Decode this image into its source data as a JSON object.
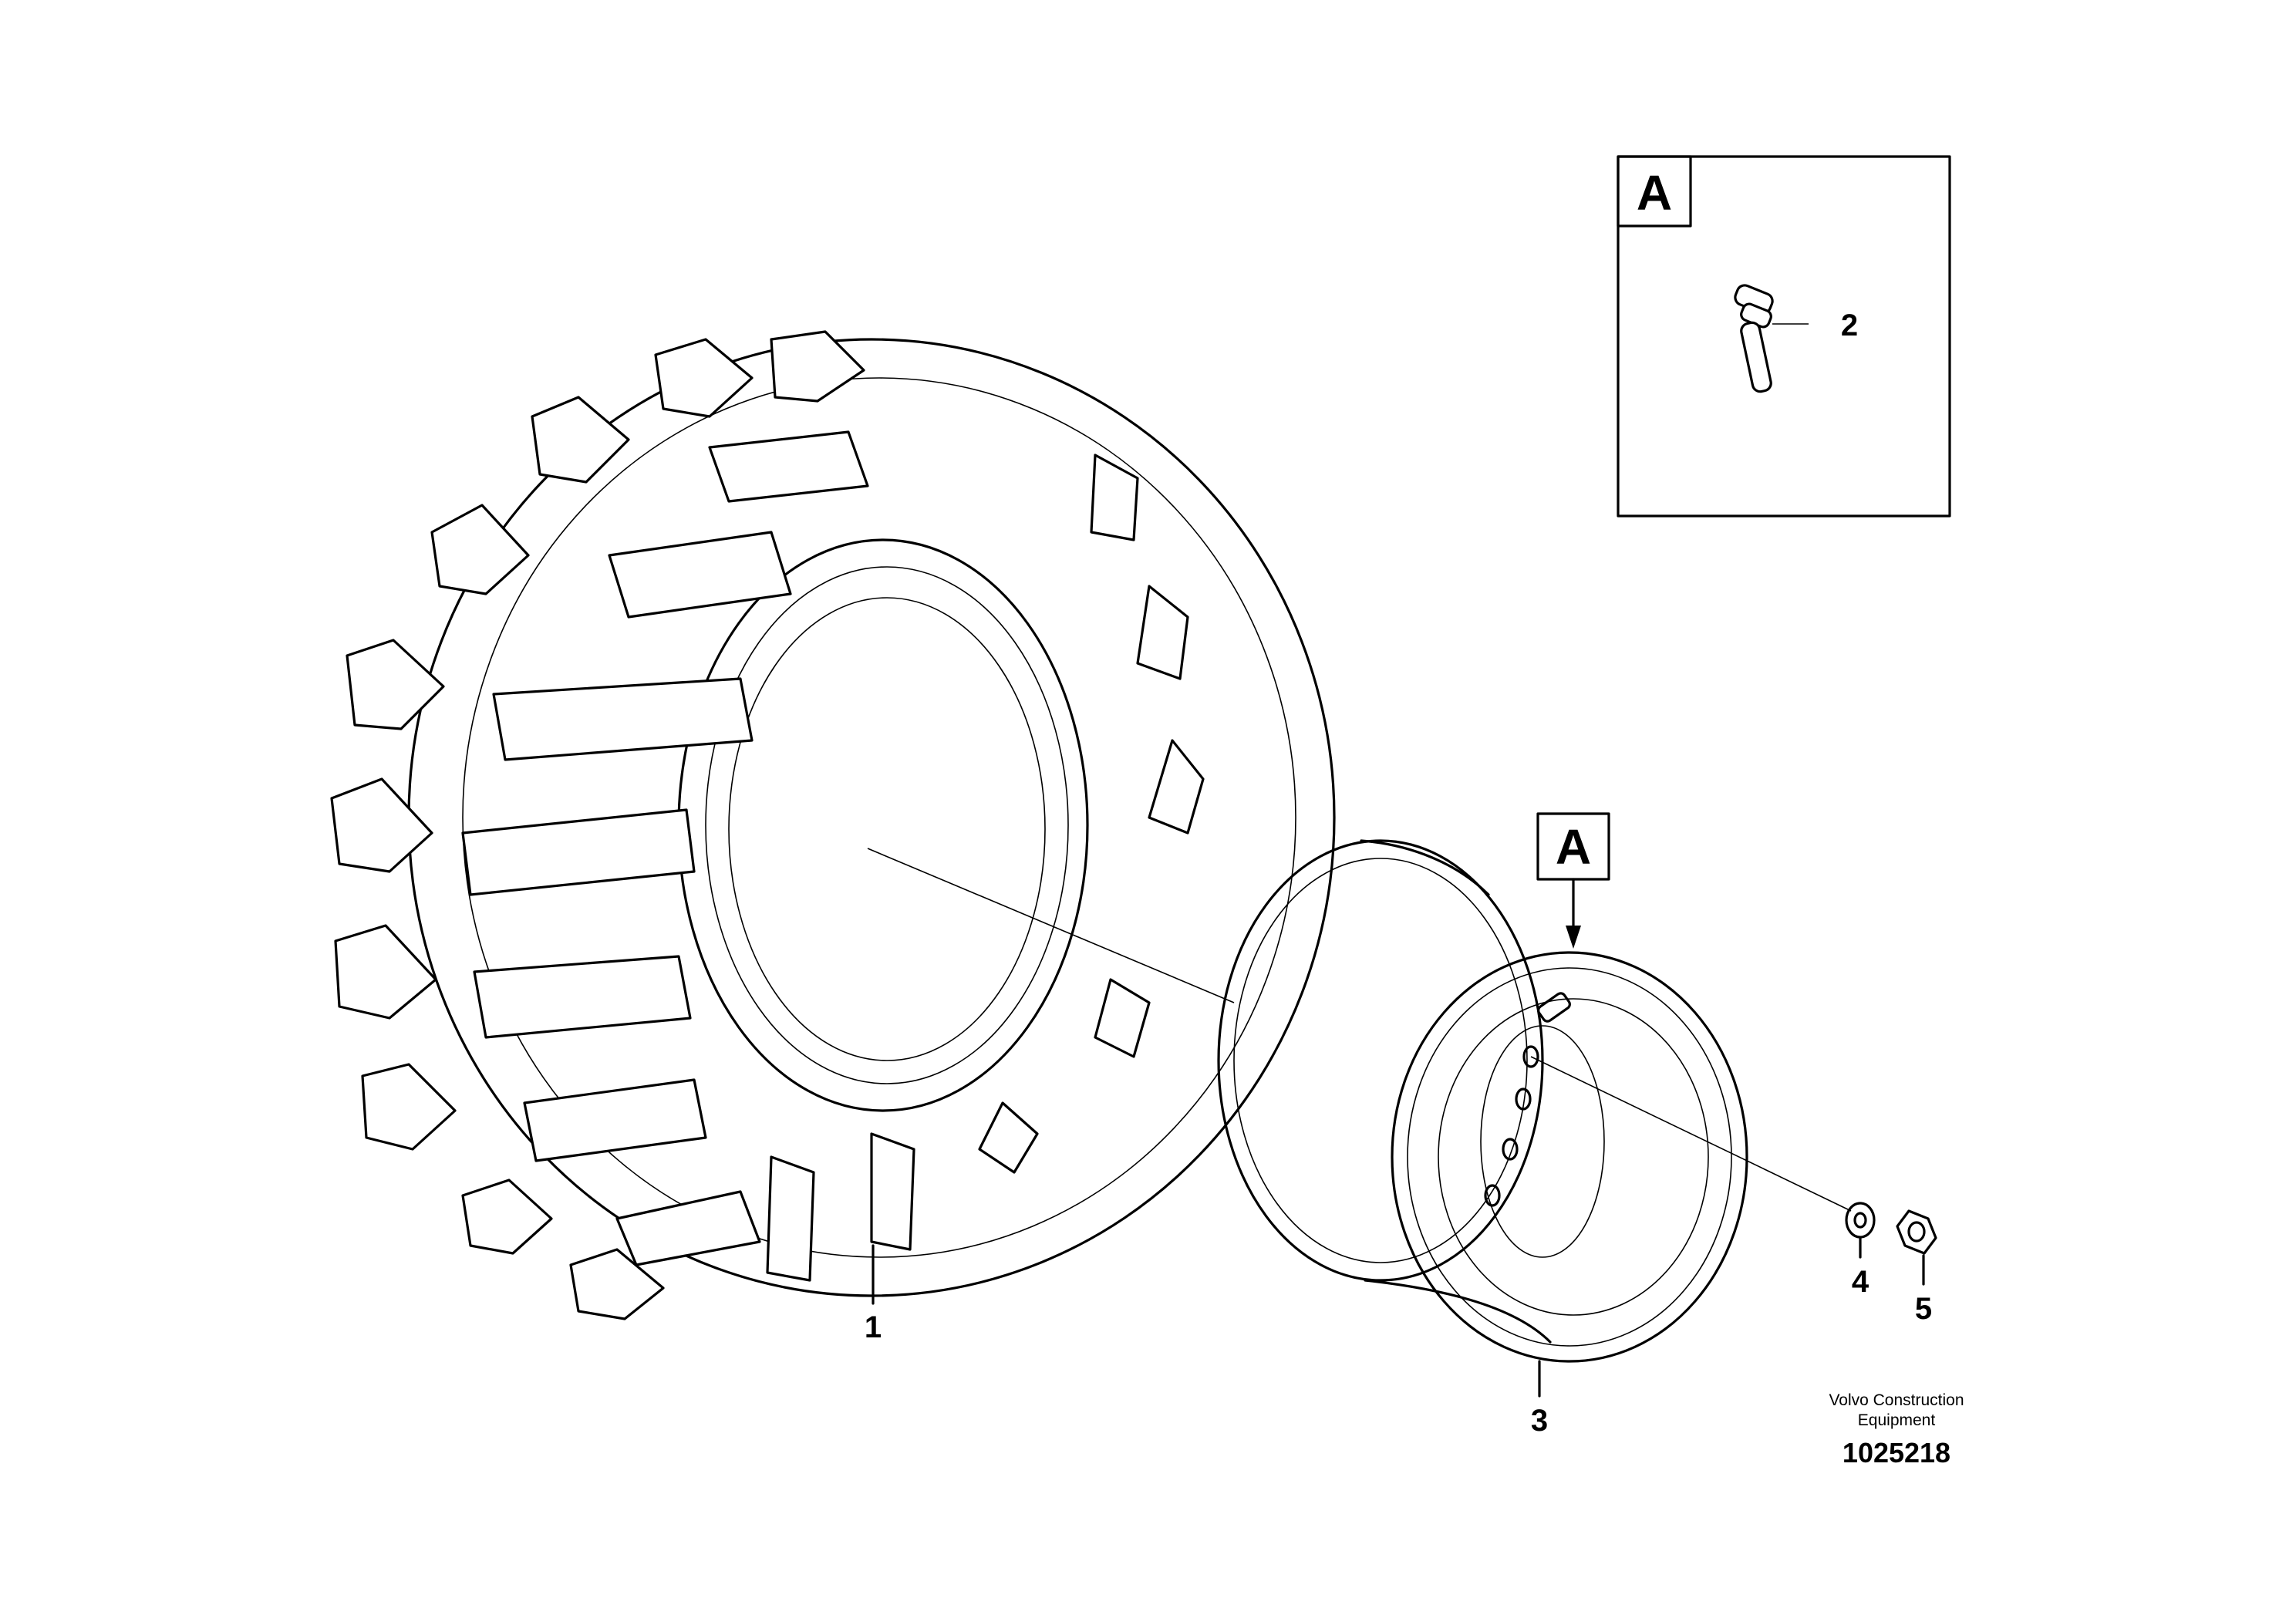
{
  "detail_box": {
    "letter": "A"
  },
  "rim_marker": {
    "letter": "A"
  },
  "parts": [
    {
      "number": "1",
      "name": "tyre"
    },
    {
      "number": "2",
      "name": "valve"
    },
    {
      "number": "3",
      "name": "rim"
    },
    {
      "number": "4",
      "name": "washer"
    },
    {
      "number": "5",
      "name": "nut"
    }
  ],
  "credit": {
    "line1": "Volvo Construction",
    "line2": "Equipment"
  },
  "document_number": "1025218"
}
